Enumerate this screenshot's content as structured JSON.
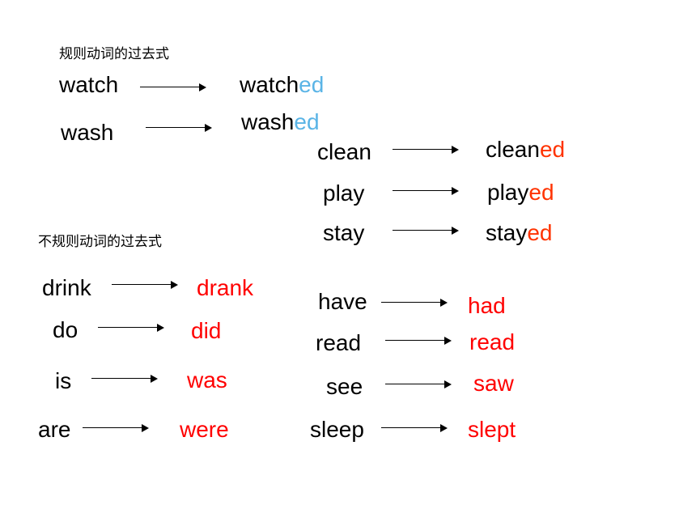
{
  "regular": {
    "heading": "规则动词的过去式",
    "pairs": [
      {
        "base": "watch",
        "past_stem": "watch",
        "past_suffix": "ed"
      },
      {
        "base": "wash",
        "past_stem": "wash",
        "past_suffix": "ed"
      },
      {
        "base": "clean",
        "past_stem": "clean",
        "past_suffix": "ed"
      },
      {
        "base": "play",
        "past_stem": "play",
        "past_suffix": "ed"
      },
      {
        "base": "stay",
        "past_stem": "stay",
        "past_suffix": "ed"
      }
    ]
  },
  "irregular": {
    "heading": "不规则动词的过去式",
    "pairs": [
      {
        "base": "drink",
        "past": "drank"
      },
      {
        "base": "do",
        "past": "did"
      },
      {
        "base": "is",
        "past": "was"
      },
      {
        "base": "are",
        "past": "were"
      },
      {
        "base": "have",
        "past": "had"
      },
      {
        "base": "read",
        "past": "read"
      },
      {
        "base": "see",
        "past": "saw"
      },
      {
        "base": "sleep",
        "past": "slept"
      }
    ]
  },
  "colors": {
    "suffix_blue": "#5ab4e6",
    "suffix_orange": "#ff3300",
    "irregular_red": "#ff0000"
  }
}
